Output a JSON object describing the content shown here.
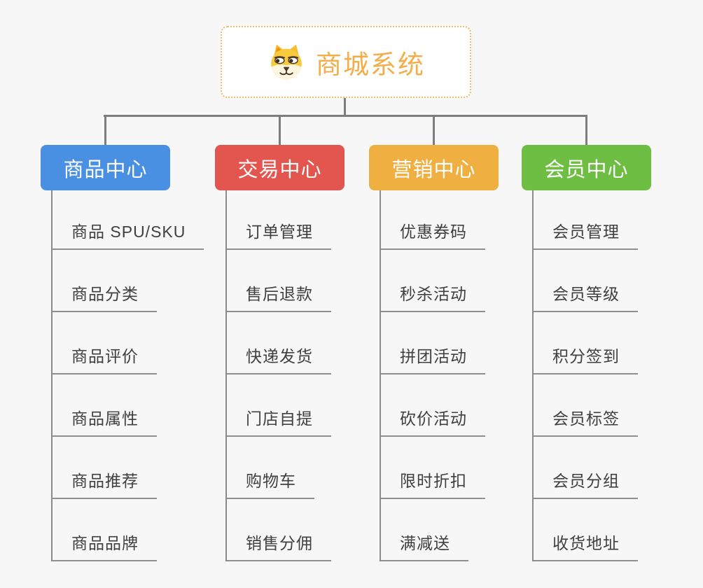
{
  "root": {
    "title": "商城系统",
    "title_color": "#f2ae49",
    "border_color": "#f5b968",
    "icon": "dog-face-icon"
  },
  "connector_color": "#7d7d7d",
  "branches": [
    {
      "label": "商品中心",
      "color": "#4a90e2",
      "items": [
        "商品 SPU/SKU",
        "商品分类",
        "商品评价",
        "商品属性",
        "商品推荐",
        "商品品牌"
      ]
    },
    {
      "label": "交易中心",
      "color": "#e2564f",
      "items": [
        "订单管理",
        "售后退款",
        "快递发货",
        "门店自提",
        "购物车",
        "销售分佣"
      ]
    },
    {
      "label": "营销中心",
      "color": "#efaf41",
      "items": [
        "优惠券码",
        "秒杀活动",
        "拼团活动",
        "砍价活动",
        "限时折扣",
        "满减送"
      ]
    },
    {
      "label": "会员中心",
      "color": "#6fbe44",
      "items": [
        "会员管理",
        "会员等级",
        "积分签到",
        "会员标签",
        "会员分组",
        "收货地址"
      ]
    }
  ]
}
